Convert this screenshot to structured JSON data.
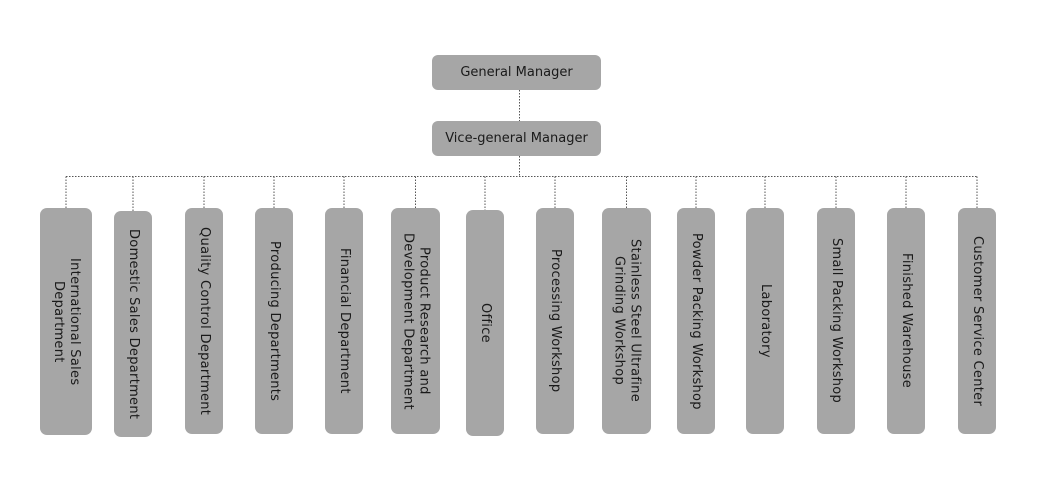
{
  "general_manager": "General Manager",
  "vice_general_manager": "Vice-general Manager",
  "departments": [
    "International Sales Department",
    "Domestic Sales Department",
    "Quality Control Department",
    "Producing Departments",
    "Financial Department",
    "Product Research and Development Department",
    "Office",
    "Processing Workshop",
    "Stainless Steel Ultrafine Grinding Workshop",
    "Powder Packing Workshop",
    "Laboratory",
    "Small Packing Workshop",
    "Finished Warehouse",
    "Customer Service Center"
  ],
  "colors": {
    "box": "#a6a6a6",
    "connector": "#555555",
    "text": "#1a1a1a"
  }
}
